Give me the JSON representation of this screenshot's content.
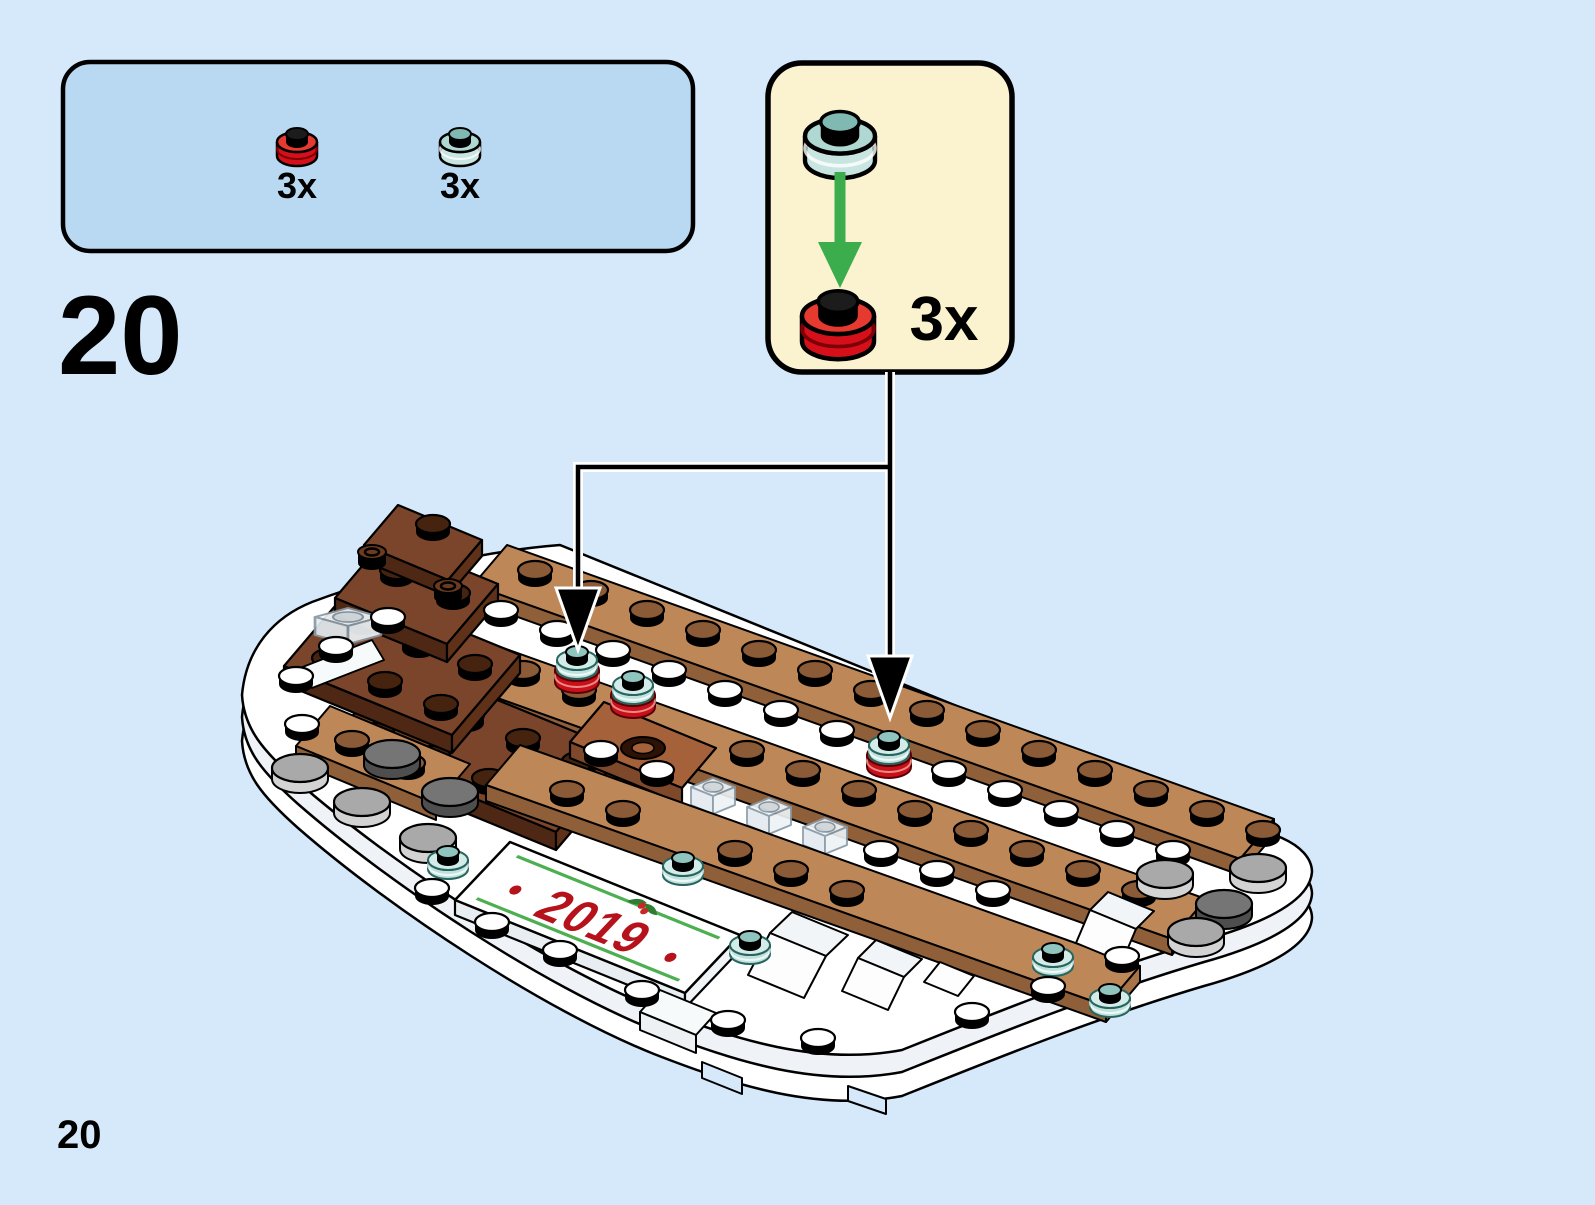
{
  "page": {
    "step_number": "20",
    "page_number": "20",
    "background_color": "#D6E9FA"
  },
  "parts_box": {
    "background_color": "#B9D8F1",
    "items": [
      {
        "part": "plate-round-1x1-red",
        "color": "#D6101A",
        "qty": "3x"
      },
      {
        "part": "plate-round-1x1-trans-light-blue",
        "color": "#AFD8D2",
        "qty": "3x"
      }
    ]
  },
  "assembly_callout": {
    "background_color": "#FBF3D0",
    "qty": "3x",
    "top_part": "plate-round-1x1-trans-light-blue",
    "bottom_part": "plate-round-1x1-red",
    "arrow_color": "#3BAD4C"
  },
  "model": {
    "year_tile_text": "2019",
    "deck_color": "#FFFFFF",
    "plate_row_color": "#BE8757",
    "brick_stack_color": "#7A452A"
  }
}
